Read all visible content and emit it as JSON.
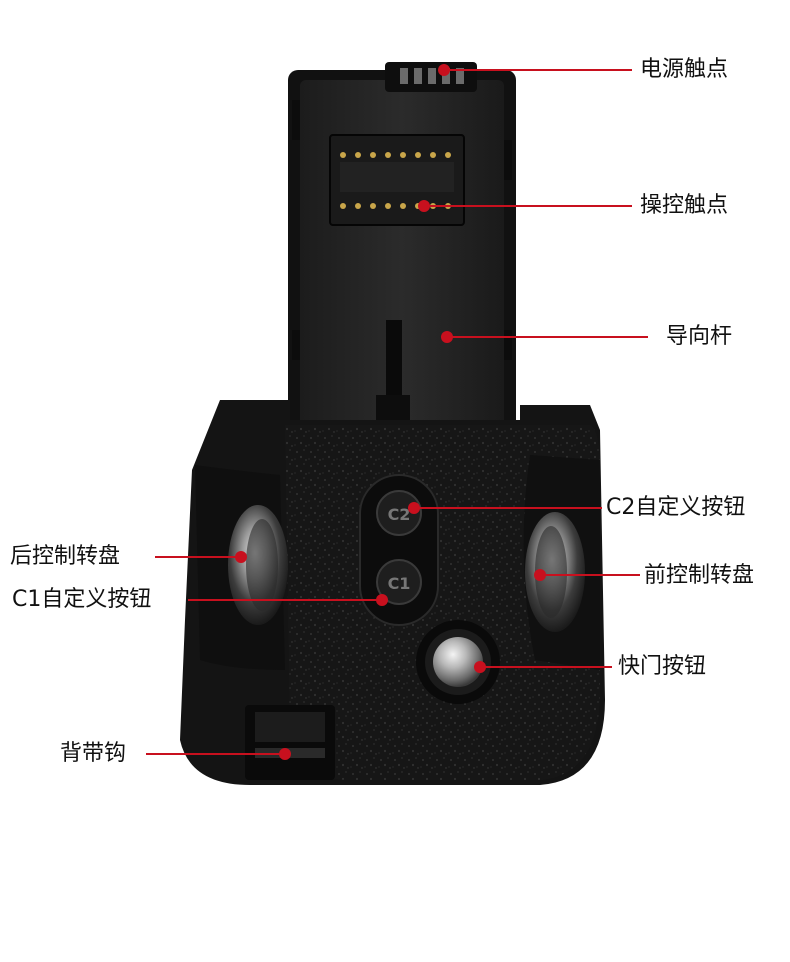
{
  "accent_color": "#c8101e",
  "labels": {
    "power_contact": "电源触点",
    "control_contact": "操控触点",
    "guide_rod": "导向杆",
    "c2_button": "C2自定义按钮",
    "rear_dial": "后控制转盘",
    "front_dial": "前控制转盘",
    "c1_button": "C1自定义按钮",
    "shutter_button": "快门按钮",
    "strap_hook": "背带钩"
  },
  "engravings": {
    "c2": "C2",
    "c1": "C1"
  }
}
